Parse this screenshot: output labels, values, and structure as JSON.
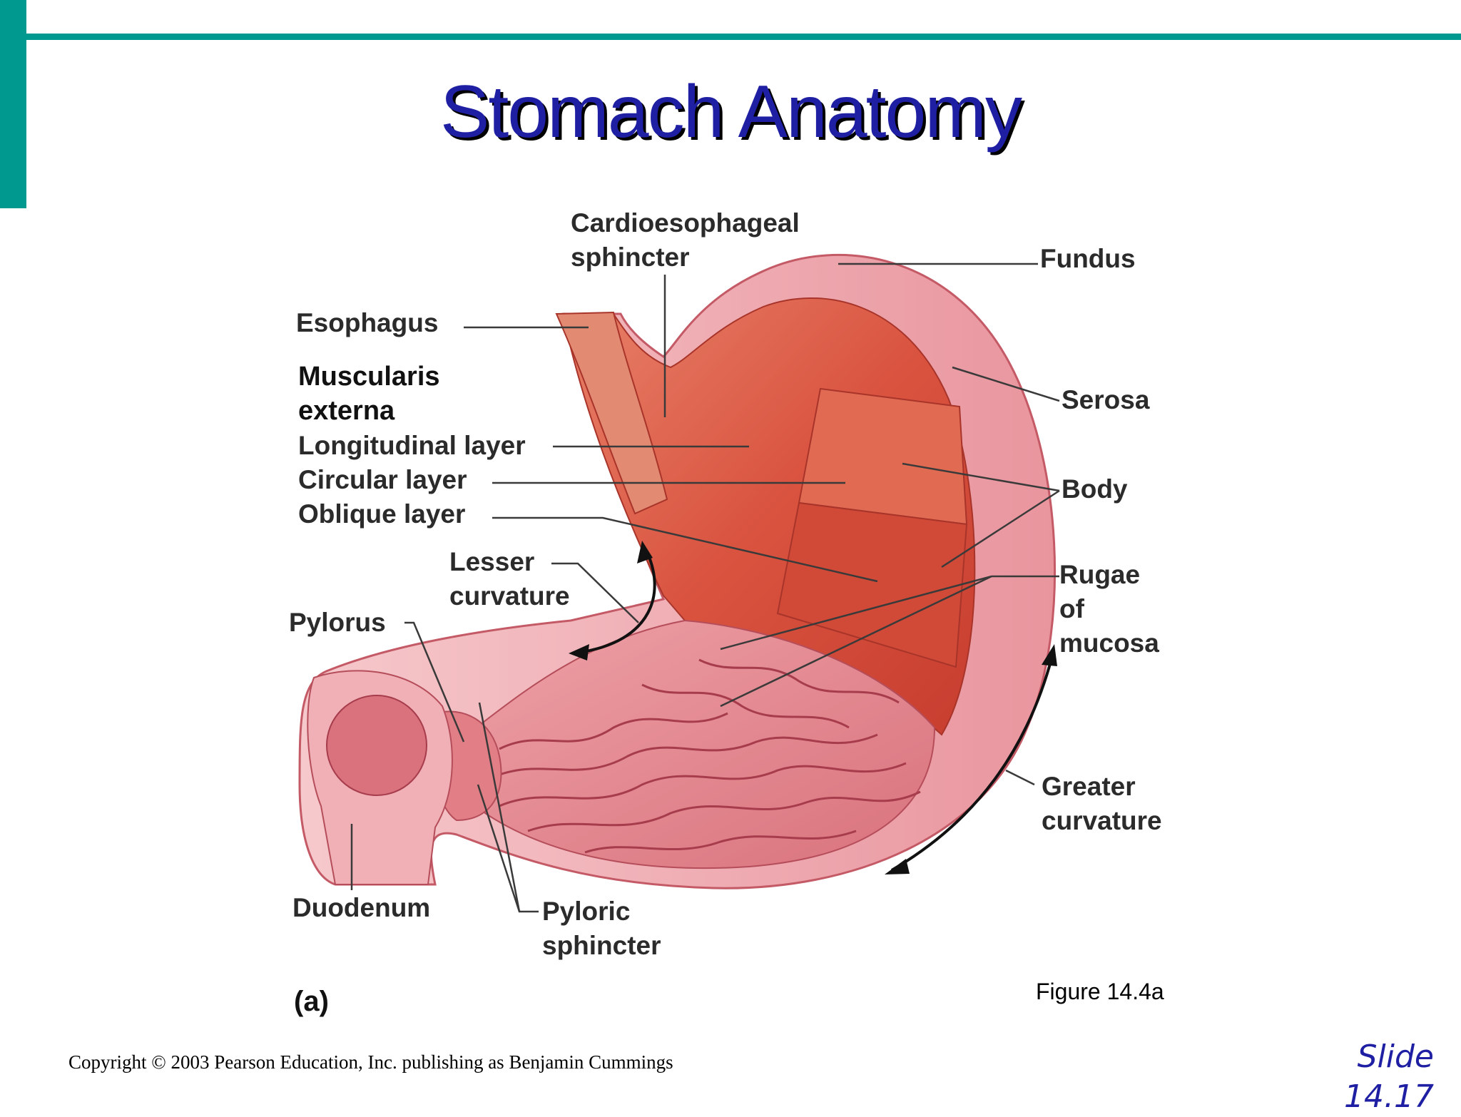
{
  "slide": {
    "title": "Stomach Anatomy",
    "figure_caption": "Figure 14.4a",
    "part_tag": "(a)",
    "copyright": "Copyright © 2003 Pearson Education, Inc. publishing as Benjamin Cummings",
    "slide_number": "Slide 14.17"
  },
  "labels": {
    "cardio_1": "Cardioesophageal",
    "cardio_2": "sphincter",
    "fundus": "Fundus",
    "esophagus": "Esophagus",
    "muscularis_1": "Muscularis",
    "muscularis_2": "externa",
    "longitudinal": "Longitudinal layer",
    "circular": "Circular layer",
    "oblique": "Oblique layer",
    "serosa": "Serosa",
    "body": "Body",
    "lesser_1": "Lesser",
    "lesser_2": "curvature",
    "pylorus": "Pylorus",
    "rugae_1": "Rugae",
    "rugae_2": "of",
    "rugae_3": "mucosa",
    "greater_1": "Greater",
    "greater_2": "curvature",
    "duodenum": "Duodenum",
    "pyloric_1": "Pyloric",
    "pyloric_2": "sphincter"
  },
  "colors": {
    "accent": "#00998f",
    "title": "#1f1fa3",
    "muscle": "#d9533f",
    "mucosa": "#e58a93",
    "serosa": "#f1b3b8"
  }
}
